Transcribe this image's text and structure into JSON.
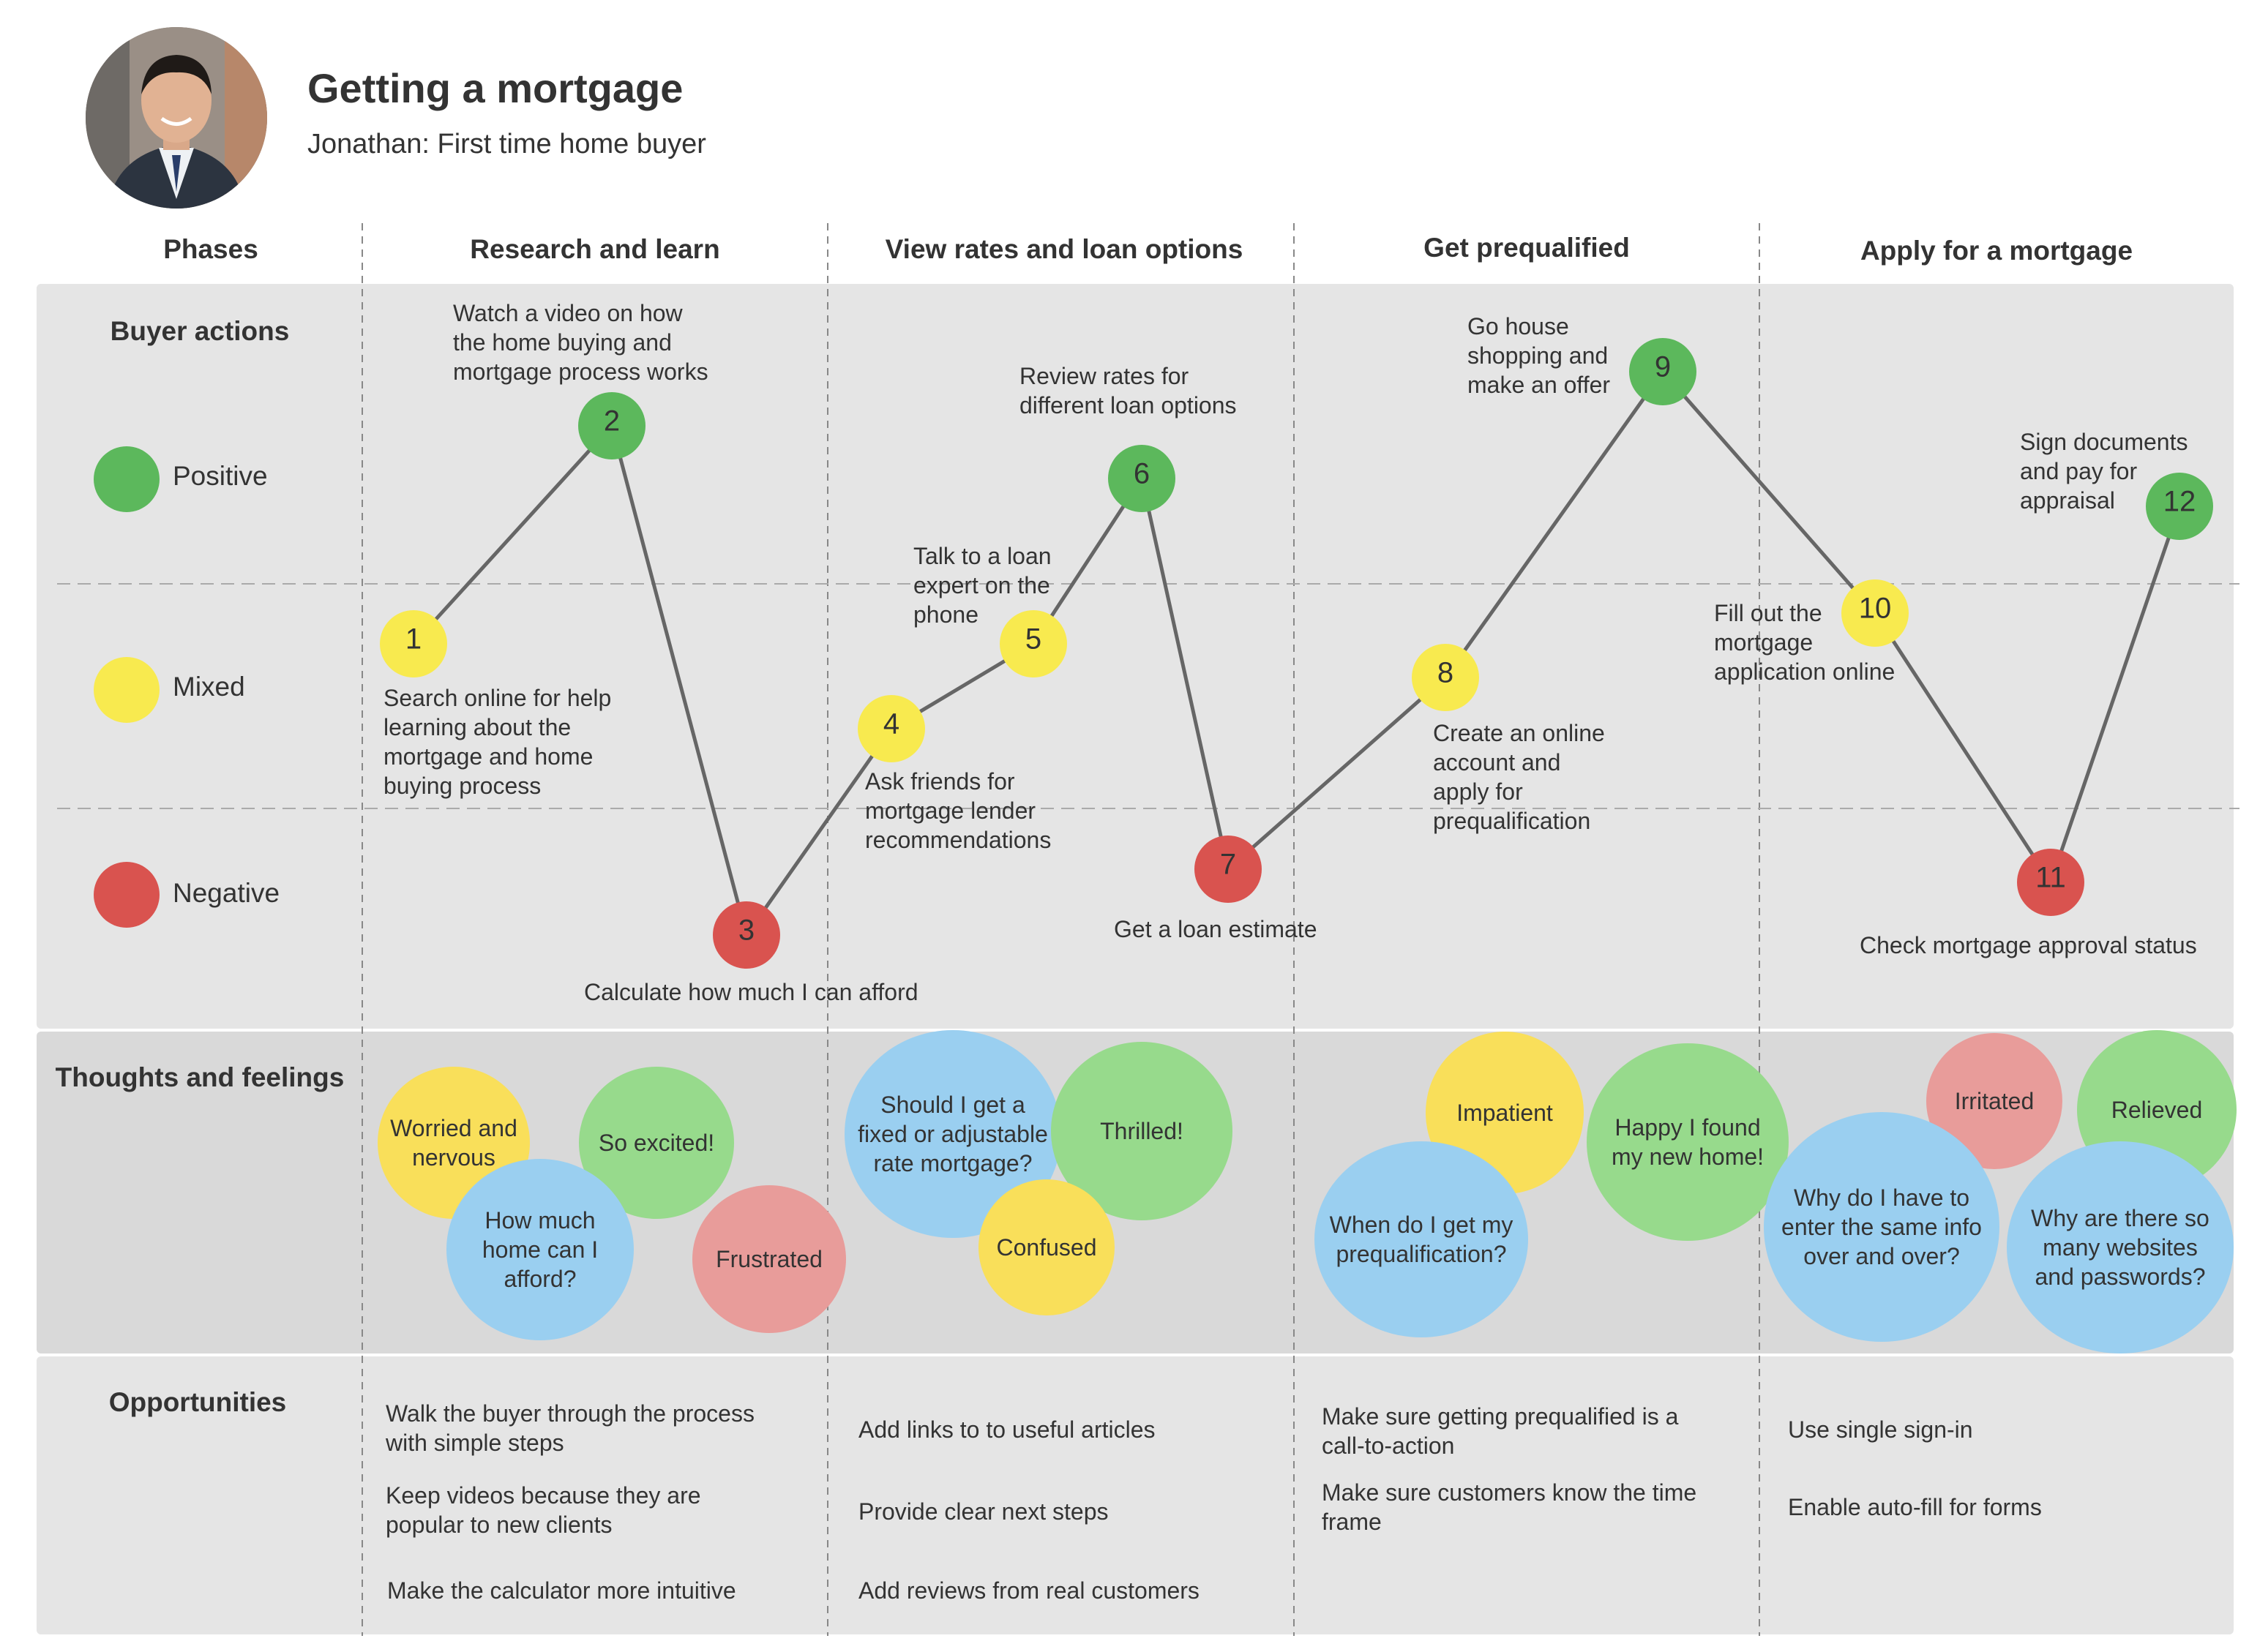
{
  "header": {
    "title": "Getting a mortgage",
    "subtitle": "Jonathan: First time home buyer"
  },
  "colors": {
    "positive": "#5cb85c",
    "mixed": "#f8ea4f",
    "negative": "#d9534f",
    "panel_light": "#e5e5e5",
    "panel_dark": "#d9d9d9",
    "bubble_yellow": "#f9df5a",
    "bubble_green": "#97da8c",
    "bubble_blue": "#9acff0",
    "bubble_red": "#e89c9a",
    "line": "#666666"
  },
  "phases": {
    "heading": "Phases",
    "items": [
      "Research and learn",
      "View rates and loan options",
      "Get prequalified",
      "Apply for a mortgage"
    ]
  },
  "rows": {
    "buyer_actions": "Buyer actions",
    "thoughts": "Thoughts and feelings",
    "opportunities": "Opportunities"
  },
  "legend": {
    "positive": "Positive",
    "mixed": "Mixed",
    "negative": "Negative"
  },
  "steps": [
    {
      "n": "1",
      "sentiment": "mixed",
      "label": "Search online for help\nlearning about the\nmortgage and home\nbuying process"
    },
    {
      "n": "2",
      "sentiment": "positive",
      "label": "Watch a video on how\nthe home buying and\nmortgage process works"
    },
    {
      "n": "3",
      "sentiment": "negative",
      "label": "Calculate how much I can afford"
    },
    {
      "n": "4",
      "sentiment": "mixed",
      "label": "Ask friends for\nmortgage lender\nrecommendations"
    },
    {
      "n": "5",
      "sentiment": "mixed",
      "label": "Talk to a loan\nexpert on the\nphone"
    },
    {
      "n": "6",
      "sentiment": "positive",
      "label": "Review rates for\ndifferent loan options"
    },
    {
      "n": "7",
      "sentiment": "negative",
      "label": "Get a loan estimate"
    },
    {
      "n": "8",
      "sentiment": "mixed",
      "label": "Create an online\naccount and\napply for\nprequalification"
    },
    {
      "n": "9",
      "sentiment": "positive",
      "label": "Go house\nshopping and\nmake an offer"
    },
    {
      "n": "10",
      "sentiment": "mixed",
      "label": "Fill out the\nmortgage\napplication online"
    },
    {
      "n": "11",
      "sentiment": "negative",
      "label": "Check mortgage approval status"
    },
    {
      "n": "12",
      "sentiment": "positive",
      "label": "Sign documents\nand pay for\nappraisal"
    }
  ],
  "thoughts": [
    {
      "text": "Worried and\nnervous",
      "color": "yellow"
    },
    {
      "text": "So excited!",
      "color": "green"
    },
    {
      "text": "How much\nhome can I\nafford?",
      "color": "blue"
    },
    {
      "text": "Frustrated",
      "color": "red"
    },
    {
      "text": "Should I get a\nfixed or adjustable\nrate mortgage?",
      "color": "blue"
    },
    {
      "text": "Thrilled!",
      "color": "green"
    },
    {
      "text": "Confused",
      "color": "yellow"
    },
    {
      "text": "Impatient",
      "color": "yellow"
    },
    {
      "text": "Happy I found\nmy new home!",
      "color": "green"
    },
    {
      "text": "When do I get my\nprequalification?",
      "color": "blue"
    },
    {
      "text": "Irritated",
      "color": "red"
    },
    {
      "text": "Relieved",
      "color": "green"
    },
    {
      "text": "Why do I have to\nenter the same info\nover and over?",
      "color": "blue"
    },
    {
      "text": "Why are there so\nmany websites\nand passwords?",
      "color": "blue"
    }
  ],
  "opportunities": [
    [
      "Walk the buyer through the process\nwith simple steps",
      "Keep videos because they are\npopular to new clients",
      "Make the calculator more intuitive"
    ],
    [
      "Add links to to useful articles",
      "Provide clear next steps",
      "Add reviews from real customers"
    ],
    [
      "Make sure getting prequalified is a\ncall-to-action",
      "Make sure customers know the time\nframe"
    ],
    [
      "Use single sign-in",
      "Enable auto-fill for forms"
    ]
  ]
}
